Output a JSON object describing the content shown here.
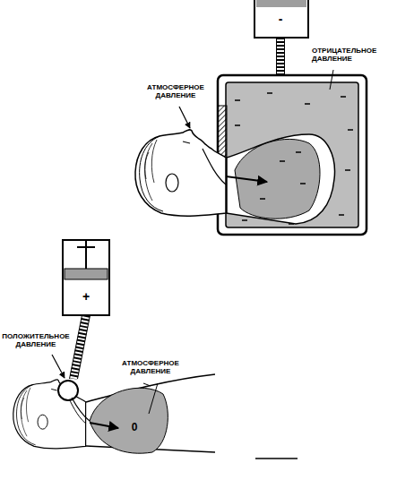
{
  "diagram": {
    "labels": [
      "-",
      "ОТРИЦАТЕЛЬНОЕ ДАВЛЕНИЕ",
      "АТМОСФЕРНОЕ ДАВЛЕНИЕ",
      "+",
      "ПОЛОЖИТЕЛЬНОЕ ДАВЛЕНИЕ",
      "АТМОСФЕРНОЕ ДАВЛЕНИЕ",
      "0"
    ]
  }
}
